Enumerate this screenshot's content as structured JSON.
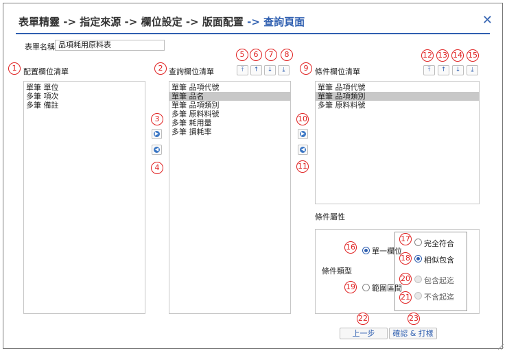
{
  "breadcrumb": {
    "steps": [
      "表單精靈",
      "指定來源",
      "欄位設定",
      "版面配置"
    ],
    "current": "查詢頁面",
    "separator": "->"
  },
  "close_icon": "close-icon",
  "form_name": {
    "label": "表單名稱",
    "value": "品項耗用原料表"
  },
  "lists": {
    "config": {
      "label": "配置欄位清單",
      "items": [
        "單筆 單位",
        "多筆 項次",
        "多筆 備註"
      ]
    },
    "query": {
      "label": "查詢欄位清單",
      "items": [
        "單筆 品項代號",
        "單筆 品名",
        "單筆 品項類別",
        "多筆 原料料號",
        "多筆 耗用量",
        "多筆 損耗率"
      ],
      "selected_index": 1
    },
    "condition": {
      "label": "條件欄位清單",
      "items": [
        "單筆 品項代號",
        "單筆 品項類別",
        "多筆 原料料號"
      ],
      "selected_index": 1
    }
  },
  "sort_icons": {
    "top": "move-top-icon",
    "up": "move-up-icon",
    "down": "move-down-icon",
    "bottom": "move-bottom-icon"
  },
  "condition_props": {
    "section_label": "條件屬性",
    "type_label": "條件類型",
    "single_field": "單一欄位",
    "exact_match": "完全符合",
    "similar_contains": "相似包含",
    "range": "範圍區間",
    "include_bounds": "包含起迄",
    "exclude_bounds": "不含起迄"
  },
  "buttons": {
    "prev": "上一步",
    "confirm": "確認 & 打樣"
  },
  "badges": [
    "1",
    "2",
    "3",
    "4",
    "5",
    "6",
    "7",
    "8",
    "9",
    "10",
    "11",
    "12",
    "13",
    "14",
    "15",
    "16",
    "17",
    "18",
    "19",
    "20",
    "21",
    "22",
    "23"
  ],
  "colors": {
    "accent": "#2f5fb0",
    "badge": "#e02020",
    "selected_row": "#c8c8c8"
  }
}
